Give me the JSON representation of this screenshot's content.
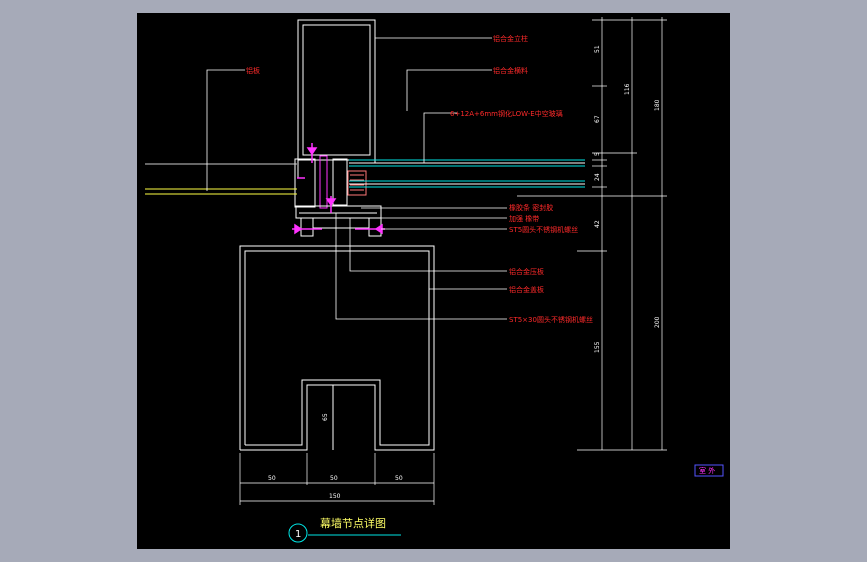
{
  "drawing": {
    "title": "幕墙节点详图",
    "detail_number": "1",
    "orientation_tag": "室 外",
    "labels": {
      "mullion": "铝合金立柱",
      "transom": "铝合金横料",
      "glass": "6+12A+6mm钢化LOW-E中空玻璃",
      "aluminum_plate": "铝板",
      "seal": "橡胶条 密封胶",
      "gasket": "加强 橡带",
      "screw1": "ST5圆头不锈钢机螺丝",
      "press_plate": "铝合金压板",
      "cover_plate": "铝合金盖板",
      "screw2": "ST5×30圆头不锈钢机螺丝"
    },
    "dims": {
      "d51": "51",
      "d67": "67",
      "d116": "116",
      "d180": "180",
      "d5": "5",
      "d24": "24",
      "d42": "42",
      "d155": "155",
      "d200": "200",
      "d65": "65",
      "w50a": "50",
      "w50b": "50",
      "w50c": "50",
      "w150": "150"
    }
  }
}
